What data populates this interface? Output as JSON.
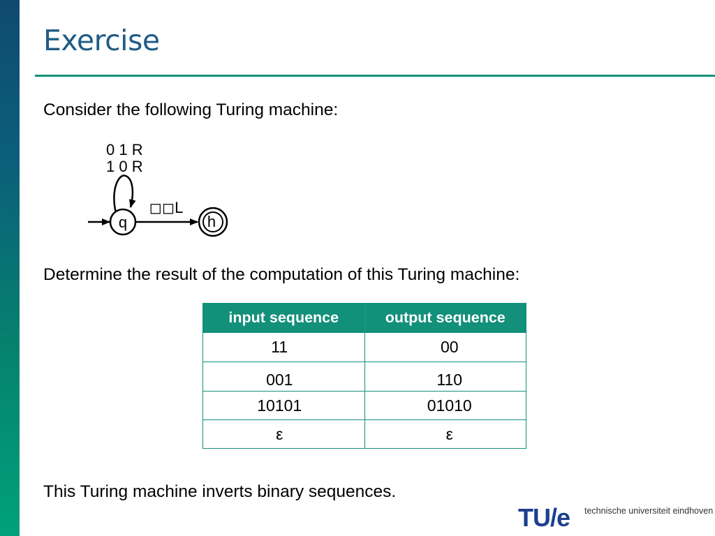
{
  "title": "Exercise",
  "intro": "Consider the following Turing machine:",
  "diagram": {
    "loop_labels": [
      "0 1 R",
      "1 0 R"
    ],
    "transition_label": "◻◻L",
    "start_state": "q",
    "halt_state": "h"
  },
  "question": "Determine the result of the computation of this Turing machine:",
  "table": {
    "headers": [
      "input sequence",
      "output sequence"
    ],
    "rows": [
      [
        "11",
        "00"
      ],
      [
        "001",
        "110"
      ],
      [
        "10101",
        "01010"
      ],
      [
        "ε",
        "ε"
      ]
    ]
  },
  "conclusion": "This Turing machine inverts binary sequences.",
  "logo": {
    "mark": "TU/e",
    "text": "technische universiteit eindhoven"
  },
  "colors": {
    "title": "#1f5c86",
    "accent": "#12907a",
    "sidebar_top": "#0f4a6e",
    "sidebar_bottom": "#00a17a",
    "logo_blue": "#1c3f8f"
  }
}
